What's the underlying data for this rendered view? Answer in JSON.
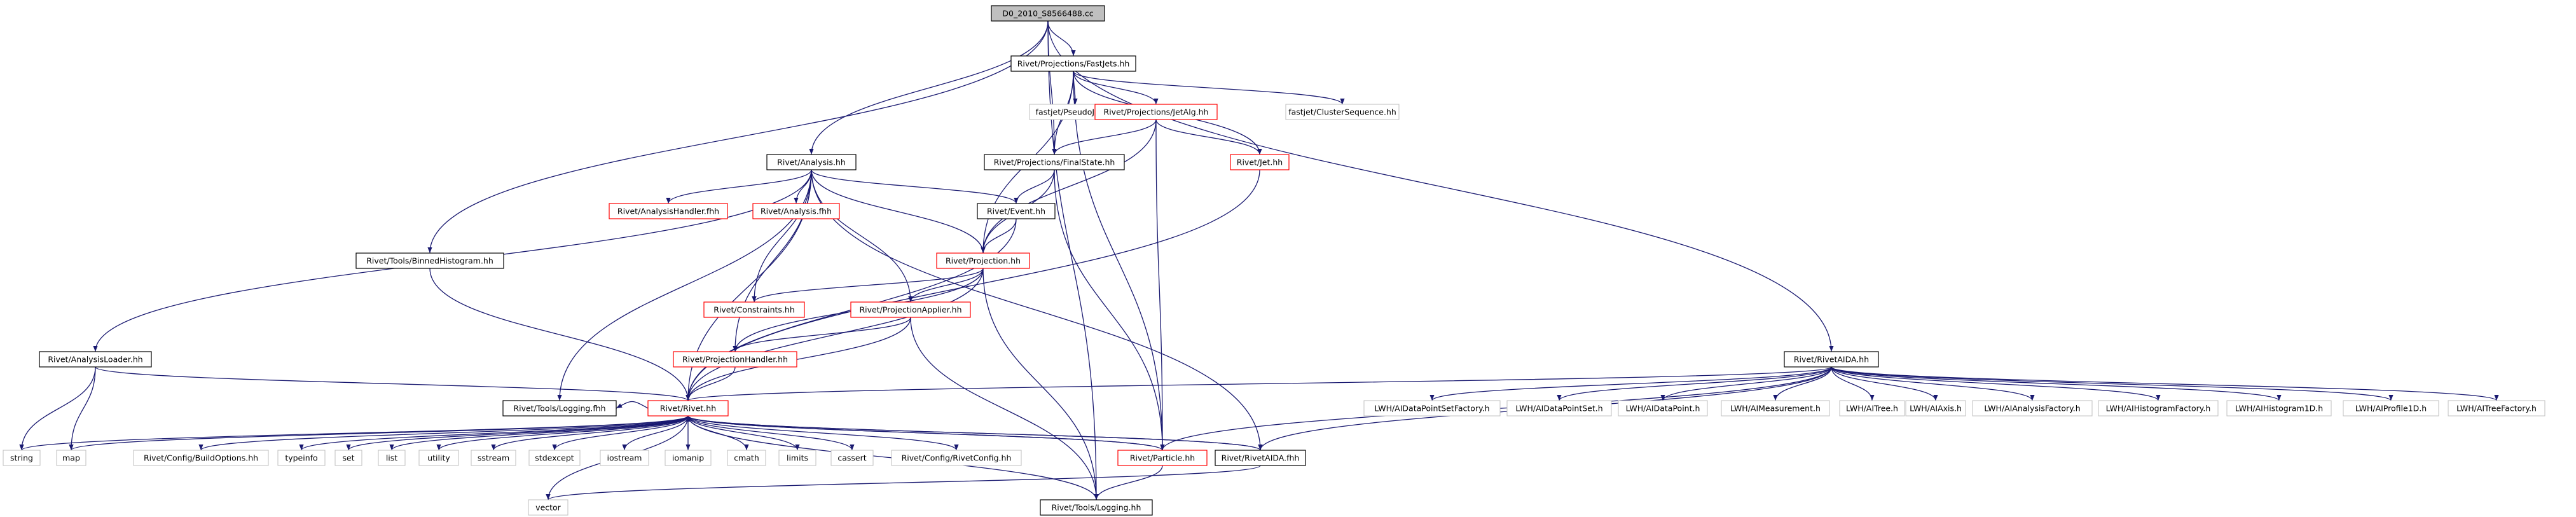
{
  "graph": {
    "root": "D0_2010_S8566488.cc",
    "nodes": [
      {
        "id": "root",
        "label": "D0_2010_S8566488.cc",
        "style": "root"
      },
      {
        "id": "fastjets",
        "label": "Rivet/Projections/FastJets.hh",
        "style": "black"
      },
      {
        "id": "pseudojet",
        "label": "fastjet/PseudoJet.hh",
        "style": "gray"
      },
      {
        "id": "jetalg",
        "label": "Rivet/Projections/JetAlg.hh",
        "style": "red"
      },
      {
        "id": "clusterseq",
        "label": "fastjet/ClusterSequence.hh",
        "style": "gray"
      },
      {
        "id": "analysis",
        "label": "Rivet/Analysis.hh",
        "style": "black"
      },
      {
        "id": "finalstate",
        "label": "Rivet/Projections/FinalState.hh",
        "style": "black"
      },
      {
        "id": "jet",
        "label": "Rivet/Jet.hh",
        "style": "red"
      },
      {
        "id": "analysishandlerfhh",
        "label": "Rivet/AnalysisHandler.fhh",
        "style": "red"
      },
      {
        "id": "analysisfhh",
        "label": "Rivet/Analysis.fhh",
        "style": "red"
      },
      {
        "id": "event",
        "label": "Rivet/Event.hh",
        "style": "black"
      },
      {
        "id": "binned",
        "label": "Rivet/Tools/BinnedHistogram.hh",
        "style": "black"
      },
      {
        "id": "projection",
        "label": "Rivet/Projection.hh",
        "style": "red"
      },
      {
        "id": "constraints",
        "label": "Rivet/Constraints.hh",
        "style": "red"
      },
      {
        "id": "projapplier",
        "label": "Rivet/ProjectionApplier.hh",
        "style": "red"
      },
      {
        "id": "analysisloader",
        "label": "Rivet/AnalysisLoader.hh",
        "style": "black"
      },
      {
        "id": "projhandler",
        "label": "Rivet/ProjectionHandler.hh",
        "style": "red"
      },
      {
        "id": "rivetaida",
        "label": "Rivet/RivetAIDA.hh",
        "style": "black"
      },
      {
        "id": "loggingfhh",
        "label": "Rivet/Tools/Logging.fhh",
        "style": "black"
      },
      {
        "id": "rivethh",
        "label": "Rivet/Rivet.hh",
        "style": "red"
      },
      {
        "id": "aidadpsf",
        "label": "LWH/AIDataPointSetFactory.h",
        "style": "gray"
      },
      {
        "id": "aidadps",
        "label": "LWH/AIDataPointSet.h",
        "style": "gray"
      },
      {
        "id": "aidadp",
        "label": "LWH/AIDataPoint.h",
        "style": "gray"
      },
      {
        "id": "aimeas",
        "label": "LWH/AIMeasurement.h",
        "style": "gray"
      },
      {
        "id": "aitree",
        "label": "LWH/AITree.h",
        "style": "gray"
      },
      {
        "id": "aiaxis",
        "label": "LWH/AIAxis.h",
        "style": "gray"
      },
      {
        "id": "aianafact",
        "label": "LWH/AIAnalysisFactory.h",
        "style": "gray"
      },
      {
        "id": "aihistfact",
        "label": "LWH/AIHistogramFactory.h",
        "style": "gray"
      },
      {
        "id": "aihist1d",
        "label": "LWH/AIHistogram1D.h",
        "style": "gray"
      },
      {
        "id": "aiprof1d",
        "label": "LWH/AIProfile1D.h",
        "style": "gray"
      },
      {
        "id": "aitreefact",
        "label": "LWH/AITreeFactory.h",
        "style": "gray"
      },
      {
        "id": "string",
        "label": "string",
        "style": "gray"
      },
      {
        "id": "map",
        "label": "map",
        "style": "gray"
      },
      {
        "id": "buildopts",
        "label": "Rivet/Config/BuildOptions.hh",
        "style": "gray"
      },
      {
        "id": "typeinfo",
        "label": "typeinfo",
        "style": "gray"
      },
      {
        "id": "set",
        "label": "set",
        "style": "gray"
      },
      {
        "id": "list",
        "label": "list",
        "style": "gray"
      },
      {
        "id": "utility",
        "label": "utility",
        "style": "gray"
      },
      {
        "id": "sstream",
        "label": "sstream",
        "style": "gray"
      },
      {
        "id": "stdexcept",
        "label": "stdexcept",
        "style": "gray"
      },
      {
        "id": "iostream",
        "label": "iostream",
        "style": "gray"
      },
      {
        "id": "iomanip",
        "label": "iomanip",
        "style": "gray"
      },
      {
        "id": "cmath",
        "label": "cmath",
        "style": "gray"
      },
      {
        "id": "limits",
        "label": "limits",
        "style": "gray"
      },
      {
        "id": "cassert",
        "label": "cassert",
        "style": "gray"
      },
      {
        "id": "rivetconfig",
        "label": "Rivet/Config/RivetConfig.hh",
        "style": "gray"
      },
      {
        "id": "particle",
        "label": "Rivet/Particle.hh",
        "style": "red"
      },
      {
        "id": "rivetaidafhh",
        "label": "Rivet/RivetAIDA.fhh",
        "style": "black"
      },
      {
        "id": "vector",
        "label": "vector",
        "style": "gray"
      },
      {
        "id": "logginghh",
        "label": "Rivet/Tools/Logging.hh",
        "style": "black"
      }
    ],
    "edges": [
      [
        "root",
        "fastjets"
      ],
      [
        "root",
        "analysis"
      ],
      [
        "root",
        "binned"
      ],
      [
        "root",
        "rivetaida"
      ],
      [
        "root",
        "finalstate"
      ],
      [
        "root",
        "logginghh"
      ],
      [
        "fastjets",
        "pseudojet"
      ],
      [
        "fastjets",
        "jetalg"
      ],
      [
        "fastjets",
        "clusterseq"
      ],
      [
        "fastjets",
        "finalstate"
      ],
      [
        "fastjets",
        "jet"
      ],
      [
        "fastjets",
        "projection"
      ],
      [
        "fastjets",
        "particle"
      ],
      [
        "jetalg",
        "finalstate"
      ],
      [
        "jetalg",
        "jet"
      ],
      [
        "jetalg",
        "projection"
      ],
      [
        "jetalg",
        "particle"
      ],
      [
        "finalstate",
        "event"
      ],
      [
        "finalstate",
        "projection"
      ],
      [
        "finalstate",
        "particle"
      ],
      [
        "jet",
        "rivethh"
      ],
      [
        "analysis",
        "analysishandlerfhh"
      ],
      [
        "analysis",
        "analysisfhh"
      ],
      [
        "analysis",
        "event"
      ],
      [
        "analysis",
        "projection"
      ],
      [
        "analysis",
        "constraints"
      ],
      [
        "analysis",
        "projapplier"
      ],
      [
        "analysis",
        "analysisloader"
      ],
      [
        "analysis",
        "projhandler"
      ],
      [
        "analysis",
        "loggingfhh"
      ],
      [
        "analysis",
        "rivethh"
      ],
      [
        "analysis",
        "rivetaidafhh"
      ],
      [
        "event",
        "projection"
      ],
      [
        "event",
        "rivethh"
      ],
      [
        "projection",
        "constraints"
      ],
      [
        "projection",
        "projapplier"
      ],
      [
        "projection",
        "projhandler"
      ],
      [
        "projection",
        "rivethh"
      ],
      [
        "projection",
        "logginghh"
      ],
      [
        "projapplier",
        "projhandler"
      ],
      [
        "projapplier",
        "rivethh"
      ],
      [
        "projapplier",
        "logginghh"
      ],
      [
        "projhandler",
        "rivethh"
      ],
      [
        "binned",
        "rivethh"
      ],
      [
        "analysisloader",
        "string"
      ],
      [
        "analysisloader",
        "map"
      ],
      [
        "analysisloader",
        "rivethh"
      ],
      [
        "rivetaida",
        "rivethh"
      ],
      [
        "rivetaida",
        "rivetaidafhh"
      ],
      [
        "rivetaida",
        "particle"
      ],
      [
        "rivetaida",
        "aidadpsf"
      ],
      [
        "rivetaida",
        "aidadps"
      ],
      [
        "rivetaida",
        "aidadp"
      ],
      [
        "rivetaida",
        "aimeas"
      ],
      [
        "rivetaida",
        "aitree"
      ],
      [
        "rivetaida",
        "aiaxis"
      ],
      [
        "rivetaida",
        "aianafact"
      ],
      [
        "rivetaida",
        "aihistfact"
      ],
      [
        "rivetaida",
        "aihist1d"
      ],
      [
        "rivetaida",
        "aiprof1d"
      ],
      [
        "rivetaida",
        "aitreefact"
      ],
      [
        "rivethh",
        "loggingfhh"
      ],
      [
        "rivethh",
        "string"
      ],
      [
        "rivethh",
        "map"
      ],
      [
        "rivethh",
        "buildopts"
      ],
      [
        "rivethh",
        "typeinfo"
      ],
      [
        "rivethh",
        "set"
      ],
      [
        "rivethh",
        "list"
      ],
      [
        "rivethh",
        "utility"
      ],
      [
        "rivethh",
        "sstream"
      ],
      [
        "rivethh",
        "stdexcept"
      ],
      [
        "rivethh",
        "iostream"
      ],
      [
        "rivethh",
        "iomanip"
      ],
      [
        "rivethh",
        "cmath"
      ],
      [
        "rivethh",
        "limits"
      ],
      [
        "rivethh",
        "cassert"
      ],
      [
        "rivethh",
        "rivetconfig"
      ],
      [
        "rivethh",
        "particle"
      ],
      [
        "rivethh",
        "rivetaidafhh"
      ],
      [
        "rivethh",
        "vector"
      ],
      [
        "rivethh",
        "logginghh"
      ],
      [
        "particle",
        "logginghh"
      ],
      [
        "particle",
        "rivethh"
      ],
      [
        "rivetaidafhh",
        "vector"
      ],
      [
        "rivetaidafhh",
        "rivethh"
      ]
    ]
  }
}
